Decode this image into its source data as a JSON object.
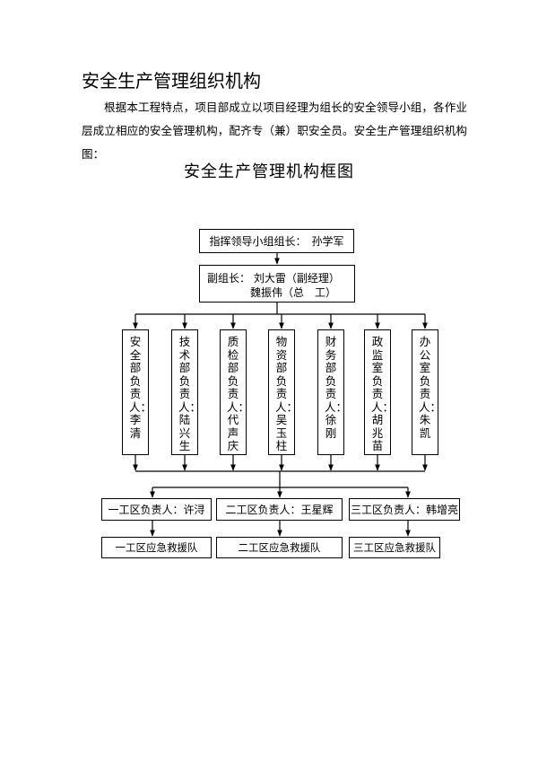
{
  "heading": "安全生产管理组织机构",
  "paragraph": "根据本工程特点，项目部成立以项目经理为组长的安全领导小组，各作业层成立相应的安全管理机构，配齐专（兼）职安全员。安全生产管理组织机构图：",
  "chart_title": "安全生产管理机构框图",
  "org": {
    "leader": "指挥领导小组组长：　孙学军",
    "deputy_line1": "副组长：  刘大雷（副经理）",
    "deputy_line2": "魏振伟（总　工）",
    "departments": [
      "安全部负责人：李清",
      "技术部负责人：陆兴生",
      "质检部负责人：代声庆",
      "物资部负责人：吴玉柱",
      "财务部负责人：徐刚",
      "政监室负责人：胡兆苗",
      "办公室负责人：朱凯"
    ],
    "zones": [
      "一工区负责人：许浔",
      "二工区负责人：王星辉",
      "三工区负责人：韩增亮"
    ],
    "teams": [
      "一工区应急救援队",
      "二工区应急救援队",
      "三工区应急救援队"
    ]
  }
}
